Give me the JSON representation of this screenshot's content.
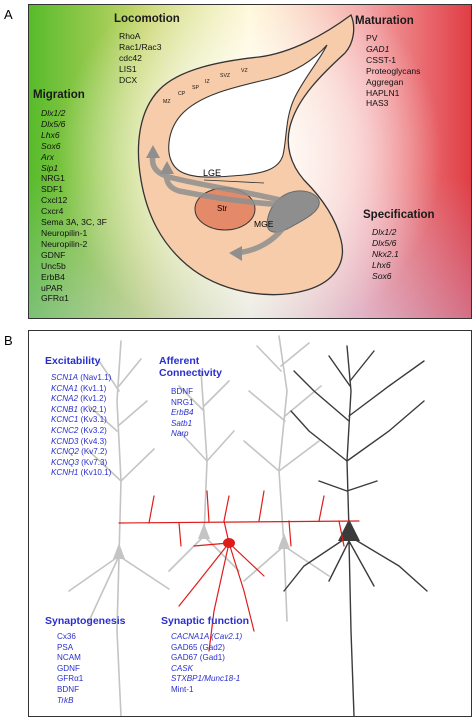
{
  "panel_a": {
    "letter": "A",
    "locomotion": {
      "title": "Locomotion",
      "items": [
        "RhoA",
        "Rac1/Rac3",
        "cdc42",
        "LIS1",
        "DCX"
      ]
    },
    "maturation": {
      "title": "Maturation",
      "items": [
        {
          "text": "PV",
          "italic": false
        },
        {
          "text": "GAD1",
          "italic": true
        },
        {
          "text": "CSST-1",
          "italic": false
        },
        {
          "text": "Proteoglycans",
          "italic": false
        },
        {
          "text": "Aggregan",
          "italic": false
        },
        {
          "text": "HAPLN1",
          "italic": false
        },
        {
          "text": "HAS3",
          "italic": false
        }
      ]
    },
    "migration": {
      "title": "Migration",
      "items": [
        {
          "text": "Dlx1/2",
          "italic": true
        },
        {
          "text": "Dlx5/6",
          "italic": true
        },
        {
          "text": "Lhx6",
          "italic": true
        },
        {
          "text": "Sox6",
          "italic": true
        },
        {
          "text": "Arx",
          "italic": true
        },
        {
          "text": "Sip1",
          "italic": true
        },
        {
          "text": "NRG1",
          "italic": false
        },
        {
          "text": "SDF1",
          "italic": false
        },
        {
          "text": "Cxcl12",
          "italic": false
        },
        {
          "text": "Cxcr4",
          "italic": false
        },
        {
          "text": "Sema 3A, 3C, 3F",
          "italic": false
        },
        {
          "text": "Neuropilin-1",
          "italic": false
        },
        {
          "text": "Neuropilin-2",
          "italic": false
        },
        {
          "text": "GDNF",
          "italic": false
        },
        {
          "text": "Unc5b",
          "italic": false
        },
        {
          "text": "ErbB4",
          "italic": false
        },
        {
          "text": "uPAR",
          "italic": false
        },
        {
          "text": "GFRα1",
          "italic": false
        }
      ]
    },
    "specification": {
      "title": "Specification",
      "items": [
        {
          "text": "Dlx1/2",
          "italic": true
        },
        {
          "text": "Dlx5/6",
          "italic": true
        },
        {
          "text": "Nkx2.1",
          "italic": true
        },
        {
          "text": "Lhx6",
          "italic": true
        },
        {
          "text": "Sox6",
          "italic": true
        }
      ]
    },
    "zones": {
      "mz": "MZ",
      "cp": "CP",
      "sp": "SP",
      "iz": "IZ",
      "svz": "SVZ",
      "vz": "VZ"
    },
    "structures": {
      "lge": "LGE",
      "str": "Str",
      "mge": "MGE"
    },
    "colors": {
      "brain_fill": "#f6ccab",
      "brain_stroke": "#333333",
      "striatum": "#e58a68",
      "eminence": "#8e8e8e",
      "arrows": "#8f8f8f"
    }
  },
  "panel_b": {
    "letter": "B",
    "excitability": {
      "title": "Excitability",
      "items": [
        {
          "gene": "SCN1A",
          "note": " (Nav1.1)"
        },
        {
          "gene": "KCNA1",
          "note": " (Kv1.1)"
        },
        {
          "gene": "KCNA2",
          "note": " (Kv1.2)"
        },
        {
          "gene": "KCNB1",
          "note": " (Kv2.1)"
        },
        {
          "gene": "KCNC1",
          "note": " (Kv3.1)"
        },
        {
          "gene": "KCNC2",
          "note": " (Kv3.2)"
        },
        {
          "gene": "KCND3",
          "note": " (Kv4.3)"
        },
        {
          "gene": "KCNQ2",
          "note": " (Kv7.2)"
        },
        {
          "gene": "KCNQ3",
          "note": " (Kv7.3)"
        },
        {
          "gene": "KCNH1",
          "note": " (Kv10.1)"
        }
      ]
    },
    "afferent": {
      "title_line1": "Afferent",
      "title_line2": "Connectivity",
      "items": [
        {
          "text": "BDNF",
          "italic": false
        },
        {
          "text": "NRG1",
          "italic": false
        },
        {
          "text": "ErbB4",
          "italic": true
        },
        {
          "text": "Satb1",
          "italic": true
        },
        {
          "text": "Narp",
          "italic": true
        }
      ]
    },
    "synaptogenesis": {
      "title": "Synaptogenesis",
      "items": [
        {
          "text": "Cx36",
          "italic": false
        },
        {
          "text": "PSA",
          "italic": false
        },
        {
          "text": "NCAM",
          "italic": false
        },
        {
          "text": "GDNF",
          "italic": false
        },
        {
          "text": "GFRα1",
          "italic": false
        },
        {
          "text": "BDNF",
          "italic": false
        },
        {
          "text": "TrkB",
          "italic": true
        }
      ]
    },
    "synaptic_function": {
      "title": "Synaptic function",
      "items": [
        {
          "text": "CACNA1A (Cav2.1)",
          "italic": true
        },
        {
          "text": "GAD65 (Gad2)",
          "italic": false
        },
        {
          "text": "GAD67 (Gad1)",
          "italic": false
        },
        {
          "text": "CASK",
          "italic": true
        },
        {
          "text": "STXBP1/Munc18-1",
          "italic": true
        },
        {
          "text": "Mint-1",
          "italic": false
        }
      ]
    },
    "colors": {
      "text_blue": "#2a2fcc",
      "interneuron": "#e01b1b",
      "dark_pyramidal": "#3b3b3b",
      "grey_neurons": "#c4c4c4"
    }
  }
}
